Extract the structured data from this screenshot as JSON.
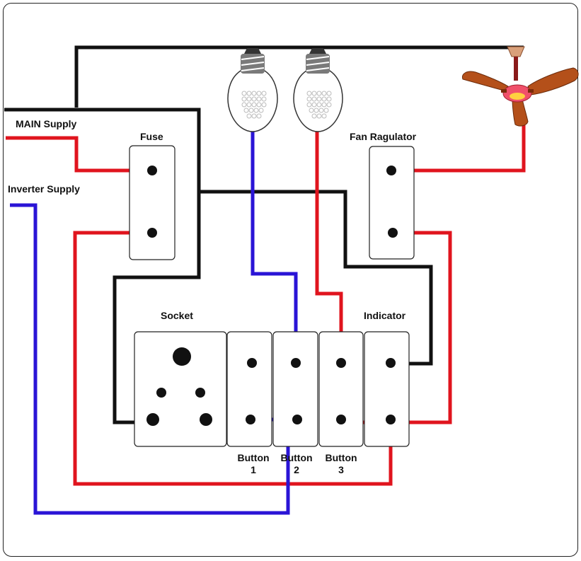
{
  "labels": {
    "main_supply": "MAIN Supply",
    "inverter_supply": "Inverter Supply",
    "fuse": "Fuse",
    "fan_regulator": "Fan Ragulator",
    "socket": "Socket",
    "indicator": "Indicator",
    "button1_line1": "Button",
    "button1_line2": "1",
    "button2_line1": "Button",
    "button2_line2": "2",
    "button3_line1": "Button",
    "button3_line2": "3"
  },
  "colors": {
    "phase_wire": "#e0141e",
    "neutral_wire": "#111111",
    "inverter_wire": "#2a14d6",
    "fan_blade": "#b4501a",
    "fan_center": "#f0506a",
    "bulb_cap": "#7a7a7a"
  }
}
